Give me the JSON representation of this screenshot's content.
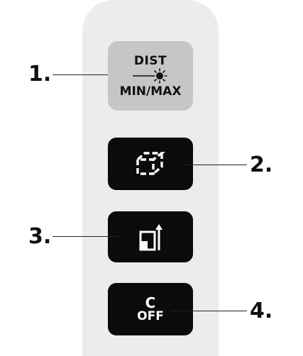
{
  "keys": {
    "dist": {
      "top_label": "DIST",
      "bottom_label": "MIN/MAX",
      "icon": "laser-icon",
      "color": "#c6c6c6"
    },
    "area": {
      "icon": "area-volume-icon"
    },
    "reference": {
      "icon": "reference-level-icon"
    },
    "clear": {
      "top_label": "C",
      "bottom_label": "OFF"
    }
  },
  "callouts": {
    "one": "1.",
    "two": "2.",
    "three": "3.",
    "four": "4."
  },
  "colors": {
    "panel": "#ececec",
    "key_dark": "#0b0b0b",
    "key_light": "#c6c6c6",
    "text": "#111111"
  }
}
